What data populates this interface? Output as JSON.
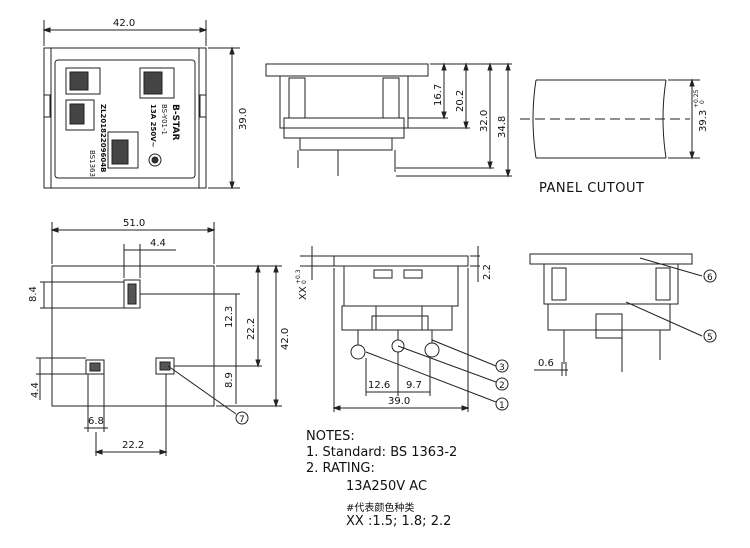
{
  "views": {
    "top_left": {
      "width_dim": "42.0",
      "height_dim": "39.0",
      "marking": {
        "brand": "B-STAR",
        "model": "BS-Y01-1",
        "rating": "13A 250V~",
        "patent": "ZL20182209604B",
        "standard": "BS1363"
      }
    },
    "top_middle": {
      "dims": [
        "16.7",
        "20.2",
        "32.0",
        "34.8"
      ]
    },
    "panel_cutout": {
      "label": "PANEL CUTOUT",
      "dim": "39.3",
      "tol_plus": "+0.25",
      "tol_minus": "0"
    },
    "bottom_left": {
      "dims": {
        "overall_width": "51.0",
        "top_small": "4.4",
        "left_top": "8.4",
        "left_bottom": "4.4",
        "mid_height": "12.3",
        "height_a": "22.2",
        "height_b": "42.0",
        "right_bottom": "8.9",
        "pin_width": "6.8",
        "pin_spacing": "22.2"
      },
      "callout": "7"
    },
    "bottom_middle": {
      "xx_label": "XX",
      "xx_tol_plus": "+0.3",
      "xx_tol_minus": "0",
      "right_dim": "2.2",
      "dims_bottom": [
        "12.6",
        "9.7",
        "39.0"
      ],
      "callouts": [
        "3",
        "2",
        "1"
      ]
    },
    "bottom_right": {
      "dim": "0.6",
      "callouts": [
        "6",
        "5"
      ]
    }
  },
  "notes": {
    "title": "NOTES:",
    "line1": "1. Standard: BS 1363-2",
    "line2": "2. RATING:",
    "rating": "13A250V AC",
    "hash_note": "#代表颜色种类",
    "xx_values": "XX :1.5;  1.8;    2.2"
  }
}
